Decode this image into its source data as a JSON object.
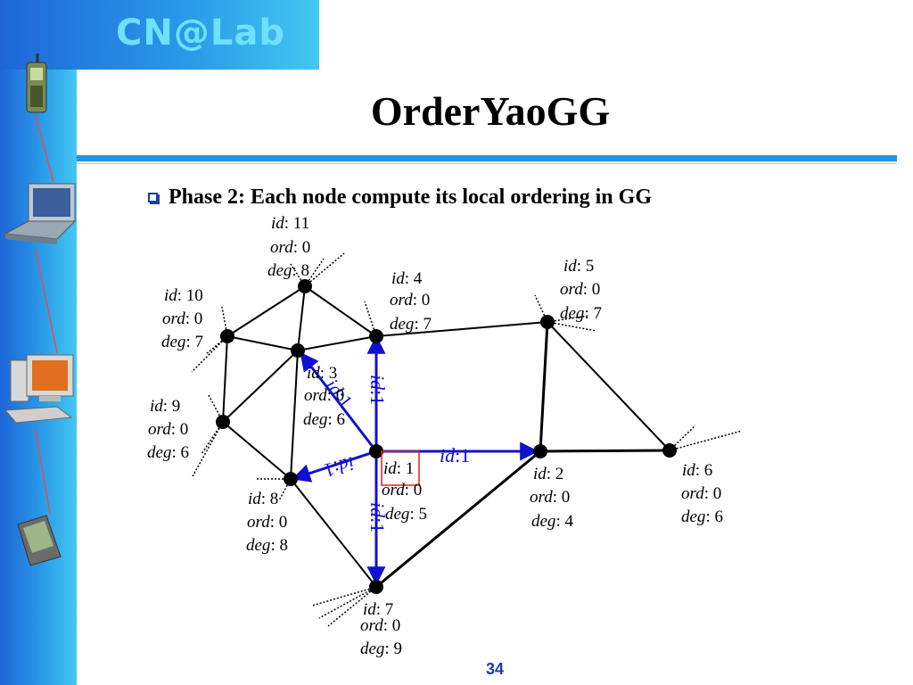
{
  "logo": "CN@Lab",
  "title": "OrderYaoGG",
  "bullet": "Phase 2: Each node compute its local ordering in GG",
  "page_number": "34",
  "field_names": {
    "id": "id",
    "ord": "ord",
    "deg": "deg"
  },
  "nodes": {
    "n11": {
      "id": ": 11",
      "ord": ": 0",
      "deg": ": 8"
    },
    "n4": {
      "id": ": 4",
      "ord": ": 0",
      "deg": ": 7"
    },
    "n5": {
      "id": ": 5",
      "ord": ": 0",
      "deg": ": 7"
    },
    "n10": {
      "id": ": 10",
      "ord": ": 0",
      "deg": ": 7"
    },
    "n3": {
      "id": ": 3",
      "ord": ": 0",
      "deg": ": 6"
    },
    "n9": {
      "id": ": 9",
      "ord": ": 0",
      "deg": ": 6"
    },
    "n1": {
      "id": ": 1",
      "ord": ": 0",
      "deg": ": 5"
    },
    "n2": {
      "id": ": 2",
      "ord": ": 0",
      "deg": ": 4"
    },
    "n6": {
      "id": ": 6",
      "ord": ": 0",
      "deg": ": 6"
    },
    "n8": {
      "id": ": 8",
      "ord": ": 0",
      "deg": ": 8"
    },
    "n7": {
      "id": ": 7",
      "ord": ": 0",
      "deg": ": 9"
    }
  },
  "messages": {
    "italic": "id",
    "value": ":1"
  },
  "colors": {
    "edge": "#000000",
    "message": "#1010d0",
    "highlight": "#dd2222",
    "rule": "#1d95e8"
  }
}
